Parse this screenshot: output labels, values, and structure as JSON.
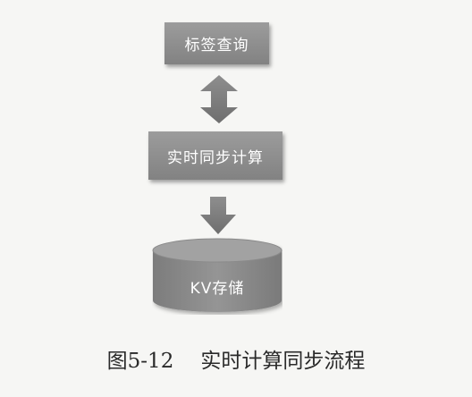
{
  "diagram": {
    "nodes": {
      "query": "标签查询",
      "compute": "实时同步计算",
      "storage": "KV存储"
    }
  },
  "caption": {
    "number": "图5-12",
    "title": "实时计算同步流程"
  }
}
